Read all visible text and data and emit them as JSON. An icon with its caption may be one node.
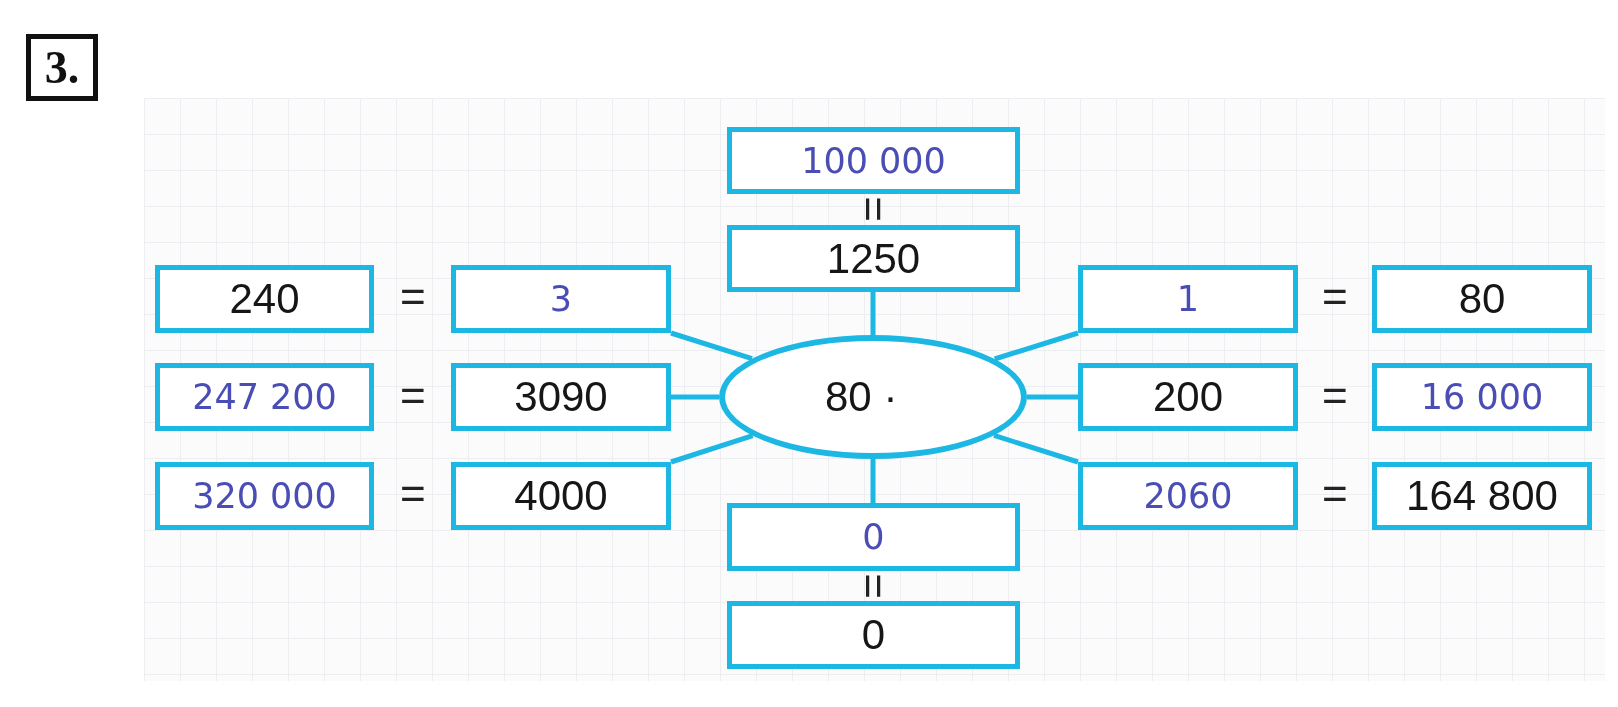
{
  "diagram": {
    "nodes": [
      {
        "text": [
          "3."
        ]
      },
      {
        "text": [
          "100 000"
        ]
      },
      {
        "text": [
          "1250"
        ]
      },
      {
        "text": [
          "240"
        ]
      },
      {
        "text": [
          "3"
        ]
      },
      {
        "text": [
          "1"
        ]
      },
      {
        "text": [
          "80"
        ]
      },
      {
        "text": [
          "247 200"
        ]
      },
      {
        "text": [
          "3090"
        ]
      },
      {
        "text": [
          "80 ·"
        ]
      },
      {
        "text": [
          "200"
        ]
      },
      {
        "text": [
          "16 000"
        ]
      },
      {
        "text": [
          "320 000"
        ]
      },
      {
        "text": [
          "4000"
        ]
      },
      {
        "text": [
          "2060"
        ]
      },
      {
        "text": [
          "164 800"
        ]
      },
      {
        "text": [
          "0"
        ]
      },
      {
        "text": [
          "0"
        ]
      }
    ],
    "edges": [
      {
        "from": 9,
        "to": 2,
        "arrow": "none"
      },
      {
        "from": 9,
        "to": 4,
        "arrow": "none"
      },
      {
        "from": 9,
        "to": 5,
        "arrow": "none"
      },
      {
        "from": 9,
        "to": 8,
        "arrow": "none"
      },
      {
        "from": 9,
        "to": 10,
        "arrow": "none"
      },
      {
        "from": 9,
        "to": 13,
        "arrow": "none"
      },
      {
        "from": 9,
        "to": 14,
        "arrow": "none"
      },
      {
        "from": 9,
        "to": 16,
        "arrow": "none"
      }
    ],
    "labels": [
      "=",
      "=",
      "=",
      "=",
      "=",
      "=",
      "=",
      "="
    ]
  }
}
